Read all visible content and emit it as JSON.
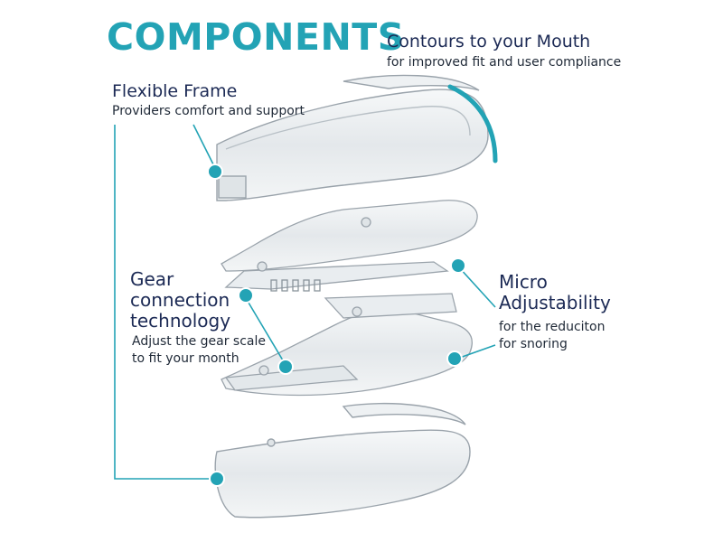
{
  "title": "COMPONENTS",
  "contours": {
    "heading": "Contours to your Mouth",
    "sub": "for improved fit and user compliance"
  },
  "frame": {
    "heading": "Flexible Frame",
    "sub": "Providers comfort and support"
  },
  "gear": {
    "heading_lines": [
      "Gear",
      "connection",
      "technology"
    ],
    "sub_lines": [
      "Adjust the gear scale",
      "to fit your month"
    ]
  },
  "micro": {
    "heading_lines": [
      "Micro",
      "Adjustability"
    ],
    "sub_lines": [
      "for the reduciton",
      "for snoring"
    ]
  },
  "colors": {
    "accent": "#23a3b5",
    "heading": "#1c2a55",
    "text": "#1f2937",
    "plastic_stroke": "#9aa3ab"
  }
}
